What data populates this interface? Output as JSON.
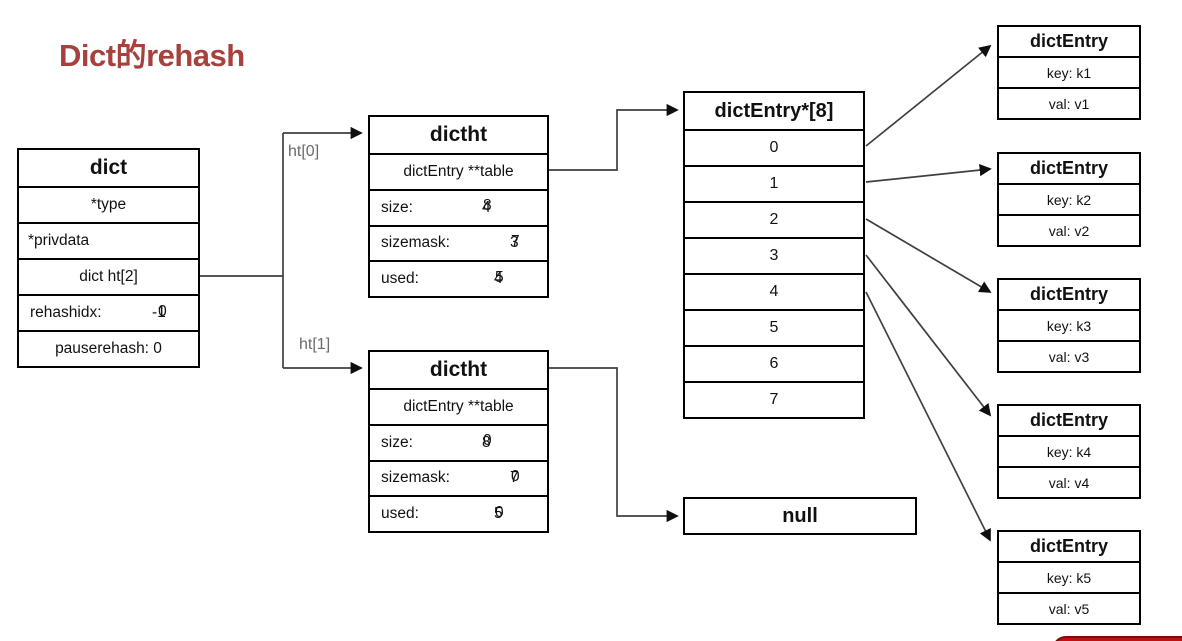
{
  "title": "Dict的rehash",
  "colors": {
    "title_red": "#A6413E",
    "box_border": "#000000",
    "pointer_label_grey": "#6b6b6b",
    "connector_line": "#3f3f3f",
    "ribbon_red": "#C01010"
  },
  "dict_box": {
    "header": "dict",
    "type_row": "*type",
    "privdata_row": "*privdata",
    "ht_row": "dict ht[2]",
    "rehashidx_label": "rehashidx:",
    "rehashidx_layers": [
      "-1",
      "0"
    ],
    "pauserehash_row": "pauserehash: 0"
  },
  "pointer_labels": {
    "ht0": "ht[0]",
    "ht1": "ht[1]"
  },
  "dictht0": {
    "header": "dictht",
    "table_row": "dictEntry **table",
    "size_label": "size:",
    "size_layers": [
      "4",
      "8"
    ],
    "sizemask_label": "sizemask:",
    "sizemask_layers": [
      "3",
      "7"
    ],
    "used_label": "used:",
    "used_layers": [
      "4",
      "5"
    ]
  },
  "dictht1": {
    "header": "dictht",
    "table_row": "dictEntry **table",
    "size_label": "size:",
    "size_layers": [
      "8",
      "0"
    ],
    "sizemask_label": "sizemask:",
    "sizemask_layers": [
      "7",
      "0"
    ],
    "used_label": "used:",
    "used_layers": [
      "5",
      "0"
    ]
  },
  "entry_array": {
    "header": "dictEntry*[8]",
    "slots": [
      "0",
      "1",
      "2",
      "3",
      "4",
      "5",
      "6",
      "7"
    ]
  },
  "null_box": {
    "label": "null"
  },
  "entries": [
    {
      "header": "dictEntry",
      "key": "key: k1",
      "val": "val: v1"
    },
    {
      "header": "dictEntry",
      "key": "key: k2",
      "val": "val: v2"
    },
    {
      "header": "dictEntry",
      "key": "key: k3",
      "val": "val: v3"
    },
    {
      "header": "dictEntry",
      "key": "key: k4",
      "val": "val: v4"
    },
    {
      "header": "dictEntry",
      "key": "key: k5",
      "val": "val: v5"
    }
  ]
}
